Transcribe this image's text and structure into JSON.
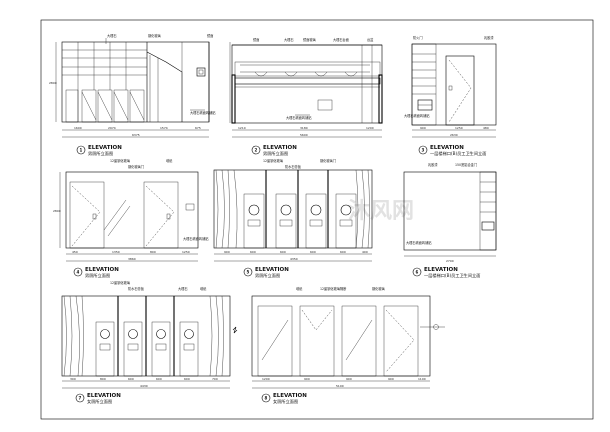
{
  "drawing_sheet": {
    "watermark": "沐风网",
    "panels": [
      {
        "id": 1,
        "tag": "ELEVATION",
        "title": "男厕所立面图",
        "scale": ""
      },
      {
        "id": 2,
        "tag": "ELEVATION",
        "title": "男厕所立面图",
        "scale": ""
      },
      {
        "id": 3,
        "tag": "ELEVATION",
        "title": "一层楼梯口(B)员工卫生间立面",
        "scale": ""
      },
      {
        "id": 4,
        "tag": "ELEVATION",
        "title": "男厕所立面图",
        "scale": ""
      },
      {
        "id": 5,
        "tag": "ELEVATION",
        "title": "男厕所立面图",
        "scale": ""
      },
      {
        "id": 6,
        "tag": "ELEVATION",
        "title": "一层楼梯口(B)员工卫生间立面",
        "scale": ""
      },
      {
        "id": 7,
        "tag": "ELEVATION",
        "title": "女厕所立面图",
        "scale": ""
      },
      {
        "id": 8,
        "tag": "ELEVATION",
        "title": "女厕所立面图",
        "scale": ""
      }
    ],
    "notes": {
      "p1": [
        "大理石",
        "钢化玻璃",
        "镜面",
        "大理石墙面砖铺贴"
      ],
      "p2": [
        "镜面",
        "大理石",
        "镜面玻璃",
        "大理石台面",
        "台盆",
        "大理石墙面砖铺贴"
      ],
      "p3": [
        "防火门",
        "乳胶漆",
        "大理石墙面砖铺贴"
      ],
      "p4": [
        "12厘钢化玻璃",
        "钢化玻璃门",
        "墙纸",
        "大理石墙面砖铺贴"
      ],
      "p5": [
        "12厘钢化玻璃",
        "防水石膏板",
        "钢化玻璃门"
      ],
      "p6": [
        "乳胶漆",
        "150宽铝合金门",
        "大理石墙面砖铺贴"
      ],
      "p7": [
        "12厘钢化玻璃",
        "防水石膏板",
        "大理石",
        "墙纸"
      ],
      "p8": [
        "墙纸",
        "12厘钢化玻璃隔断",
        "钢化玻璃"
      ]
    },
    "dims": {
      "p1_bottom": [
        "1600",
        "2974",
        "1574",
        "675"
      ],
      "p1_total": "6375",
      "p1_left": "2800",
      "p2_bottom": [
        "1210",
        "3180",
        "1200"
      ],
      "p2_total": "5600",
      "p3_bottom": [
        "900",
        "1250",
        "480"
      ],
      "p3_total": "2630",
      "p4_bottom": [
        "450",
        "1350",
        "800",
        "1250"
      ],
      "p4_total": "3860",
      "p4_left": "2800",
      "p5_bottom": [
        "900",
        "600",
        "600",
        "600",
        "600",
        "400"
      ],
      "p5_total": "4350",
      "p6_bottom": [
        "2700"
      ],
      "p7_bottom": [
        "300",
        "800",
        "600",
        "600",
        "600",
        "700"
      ],
      "p7_total": "4430",
      "p8_bottom": [
        "1200",
        "900",
        "900",
        "900",
        "1100"
      ],
      "p8_total": "5100"
    }
  }
}
